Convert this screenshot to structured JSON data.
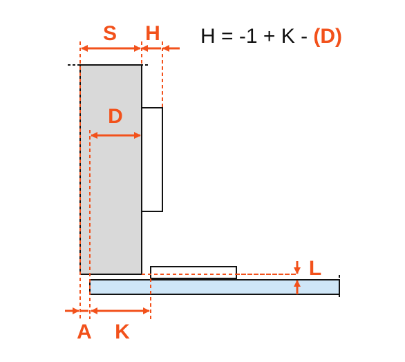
{
  "formula": {
    "prefix": "H = -1 + K - ",
    "highlight": "(D)"
  },
  "labels": {
    "S": "S",
    "H": "H",
    "D": "D",
    "L": "L",
    "A": "A",
    "K": "K"
  },
  "colors": {
    "accent": "#f2511b",
    "door_fill": "#d9d9d9",
    "frame_fill": "#cfe6f7",
    "outline": "#111111"
  }
}
